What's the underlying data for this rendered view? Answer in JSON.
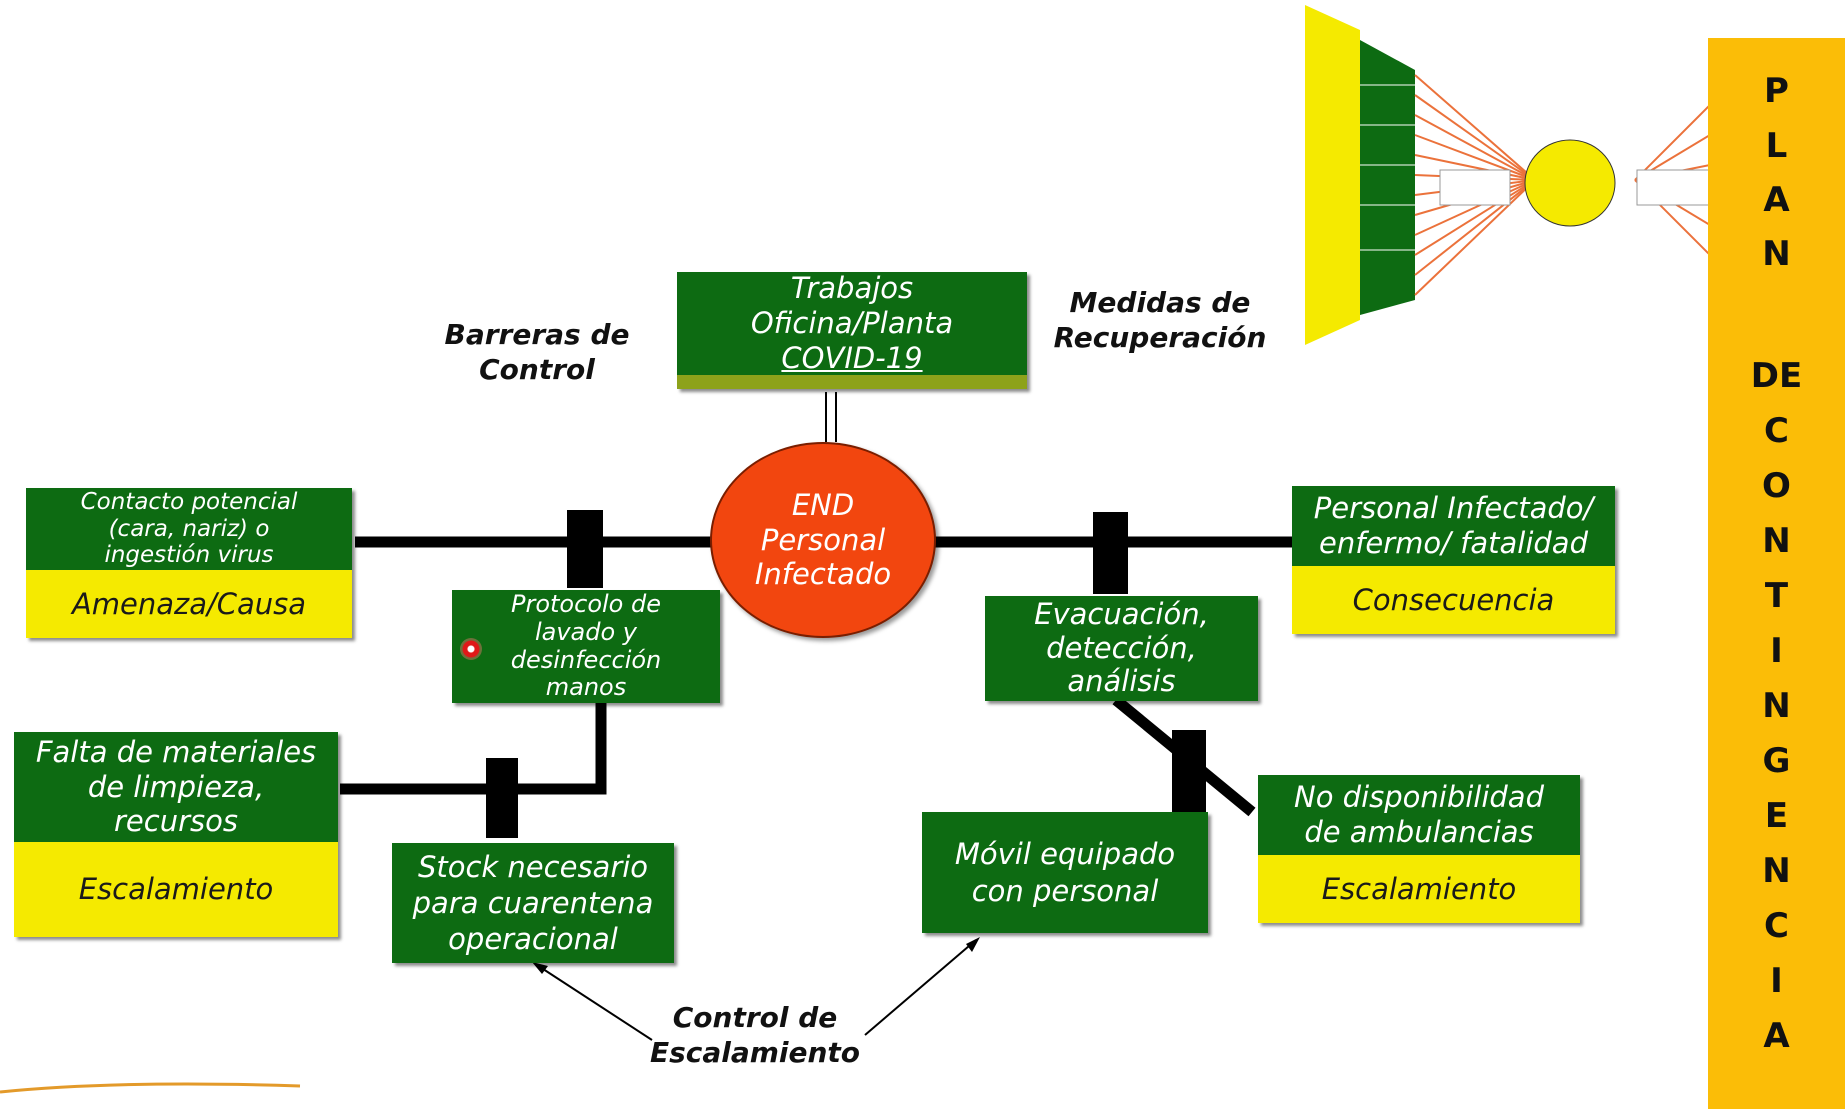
{
  "top_box": {
    "line1": "Trabajos",
    "line2": "Oficina/Planta",
    "line3": "COVID-19"
  },
  "barreras": {
    "line1": "Barreras de",
    "line2": "Control"
  },
  "medidas": {
    "line1": "Medidas de",
    "line2": "Recuperación"
  },
  "center": {
    "line1": "END",
    "line2": "Personal",
    "line3": "Infectado"
  },
  "left_cause": {
    "green_l1": "Contacto potencial",
    "green_l2": "(cara, nariz) o",
    "green_l3": "ingestión virus",
    "yellow": "Amenaza/Causa"
  },
  "right_consequence": {
    "green_l1": "Personal Infectado/",
    "green_l2": "enfermo/ fatalidad",
    "yellow": "Consecuencia"
  },
  "protocolo": {
    "l1": "Protocolo de",
    "l2": "lavado y",
    "l3": "desinfección",
    "l4": "manos"
  },
  "evacuacion": {
    "l1": "Evacuación,",
    "l2": "detección,",
    "l3": "análisis"
  },
  "falta": {
    "l1": "Falta de materiales",
    "l2": "de limpieza,",
    "l3": "recursos",
    "yellow": "Escalamiento"
  },
  "stock": {
    "l1": "Stock necesario",
    "l2": "para cuarentena",
    "l3": "operacional"
  },
  "movil": {
    "l1": "Móvil equipado",
    "l2": "con personal"
  },
  "no_disp": {
    "l1": "No disponibilidad",
    "l2": "de ambulancias",
    "yellow": "Escalamiento"
  },
  "control": {
    "line1": "Control de",
    "line2": "Escalamiento"
  },
  "plan_letters": [
    "P",
    "L",
    "A",
    "N",
    "",
    "DE",
    "C",
    "O",
    "N",
    "T",
    "I",
    "N",
    "G",
    "E",
    "N",
    "C",
    "I",
    "A"
  ],
  "colors": {
    "green": "#0d6b12",
    "yellow": "#f5ea00",
    "orange_circle": "#f2460f",
    "plan_bg": "#fbbd07"
  }
}
